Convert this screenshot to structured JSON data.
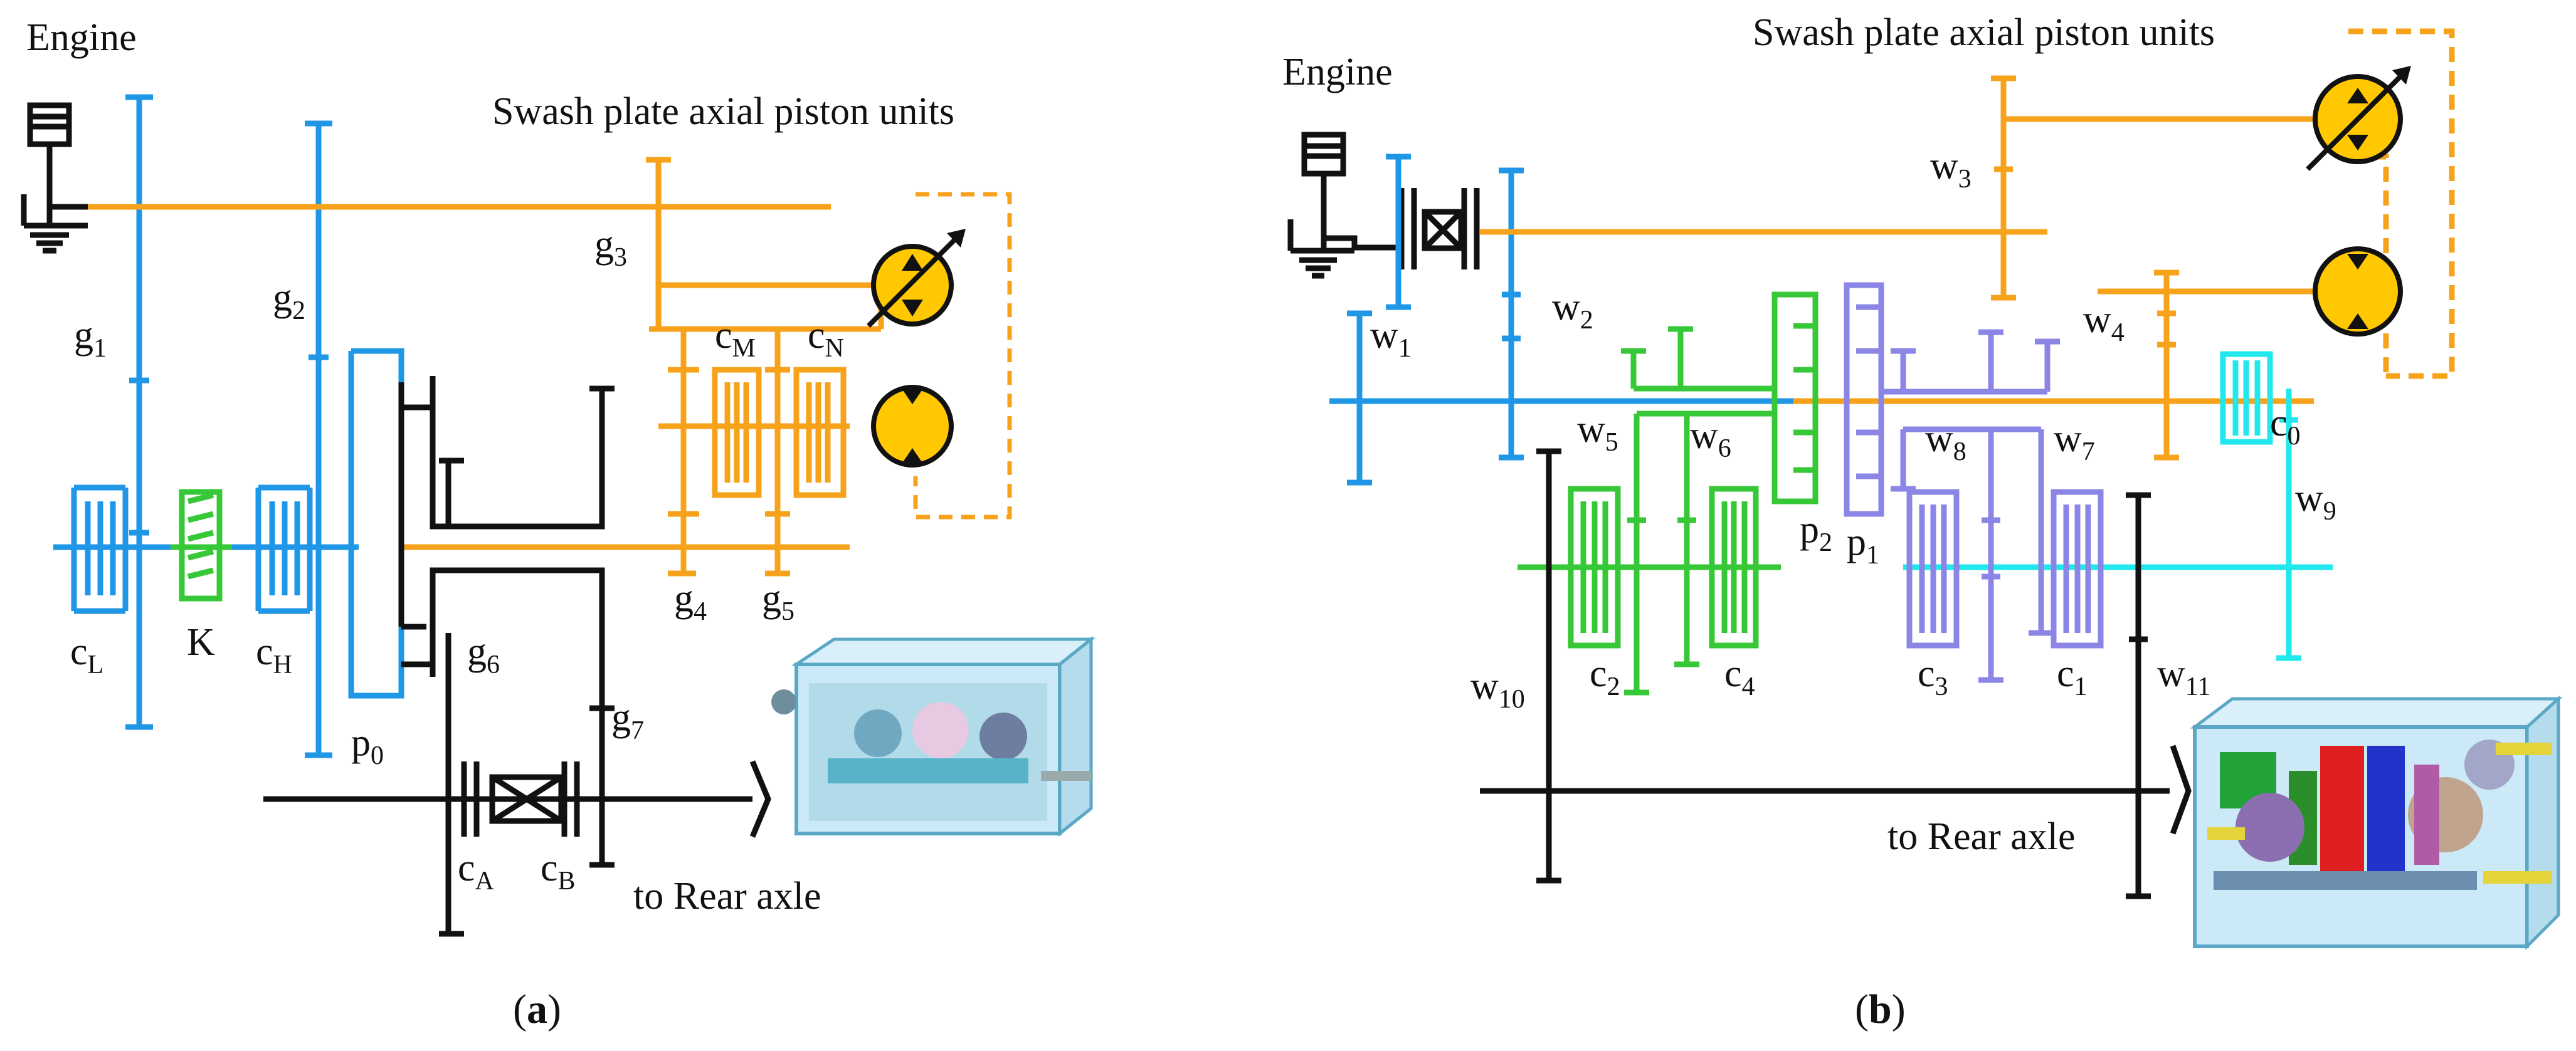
{
  "colors": {
    "blue": "#1f97e6",
    "orange": "#f7a21b",
    "green": "#37c837",
    "purple": "#8b86e6",
    "cyan": "#21e8ec",
    "black": "#111111",
    "pump_fill": "#ffc800"
  },
  "panel_a": {
    "engine": "Engine",
    "units_title": "Swash plate axial piston units",
    "gears": {
      "g1": {
        "base": "g",
        "sub": "1"
      },
      "g2": {
        "base": "g",
        "sub": "2"
      },
      "g3": {
        "base": "g",
        "sub": "3"
      },
      "g4": {
        "base": "g",
        "sub": "4"
      },
      "g5": {
        "base": "g",
        "sub": "5"
      },
      "g6": {
        "base": "g",
        "sub": "6"
      },
      "g7": {
        "base": "g",
        "sub": "7"
      }
    },
    "clutches": {
      "cL": {
        "base": "c",
        "sub": "L"
      },
      "cH": {
        "base": "c",
        "sub": "H"
      },
      "cM": {
        "base": "c",
        "sub": "M"
      },
      "cN": {
        "base": "c",
        "sub": "N"
      },
      "cA": {
        "base": "c",
        "sub": "A"
      },
      "cB": {
        "base": "c",
        "sub": "B"
      }
    },
    "brake": "K",
    "planet": {
      "base": "p",
      "sub": "0"
    },
    "output": "to Rear axle",
    "caption": {
      "open": "(",
      "letter": "a",
      "close": ")"
    }
  },
  "panel_b": {
    "engine": "Engine",
    "units_title": "Swash plate axial piston units",
    "gears": {
      "w1": {
        "base": "w",
        "sub": "1"
      },
      "w2": {
        "base": "w",
        "sub": "2"
      },
      "w3": {
        "base": "w",
        "sub": "3"
      },
      "w4": {
        "base": "w",
        "sub": "4"
      },
      "w5": {
        "base": "w",
        "sub": "5"
      },
      "w6": {
        "base": "w",
        "sub": "6"
      },
      "w7": {
        "base": "w",
        "sub": "7"
      },
      "w8": {
        "base": "w",
        "sub": "8"
      },
      "w9": {
        "base": "w",
        "sub": "9"
      },
      "w10": {
        "base": "w",
        "sub": "10"
      },
      "w11": {
        "base": "w",
        "sub": "11"
      }
    },
    "clutches": {
      "c0": {
        "base": "c",
        "sub": "0"
      },
      "c1": {
        "base": "c",
        "sub": "1"
      },
      "c2": {
        "base": "c",
        "sub": "2"
      },
      "c3": {
        "base": "c",
        "sub": "3"
      },
      "c4": {
        "base": "c",
        "sub": "4"
      }
    },
    "planets": {
      "p1": {
        "base": "p",
        "sub": "1"
      },
      "p2": {
        "base": "p",
        "sub": "2"
      }
    },
    "output": "to Rear axle",
    "caption": {
      "open": "(",
      "letter": "b",
      "close": ")"
    }
  }
}
